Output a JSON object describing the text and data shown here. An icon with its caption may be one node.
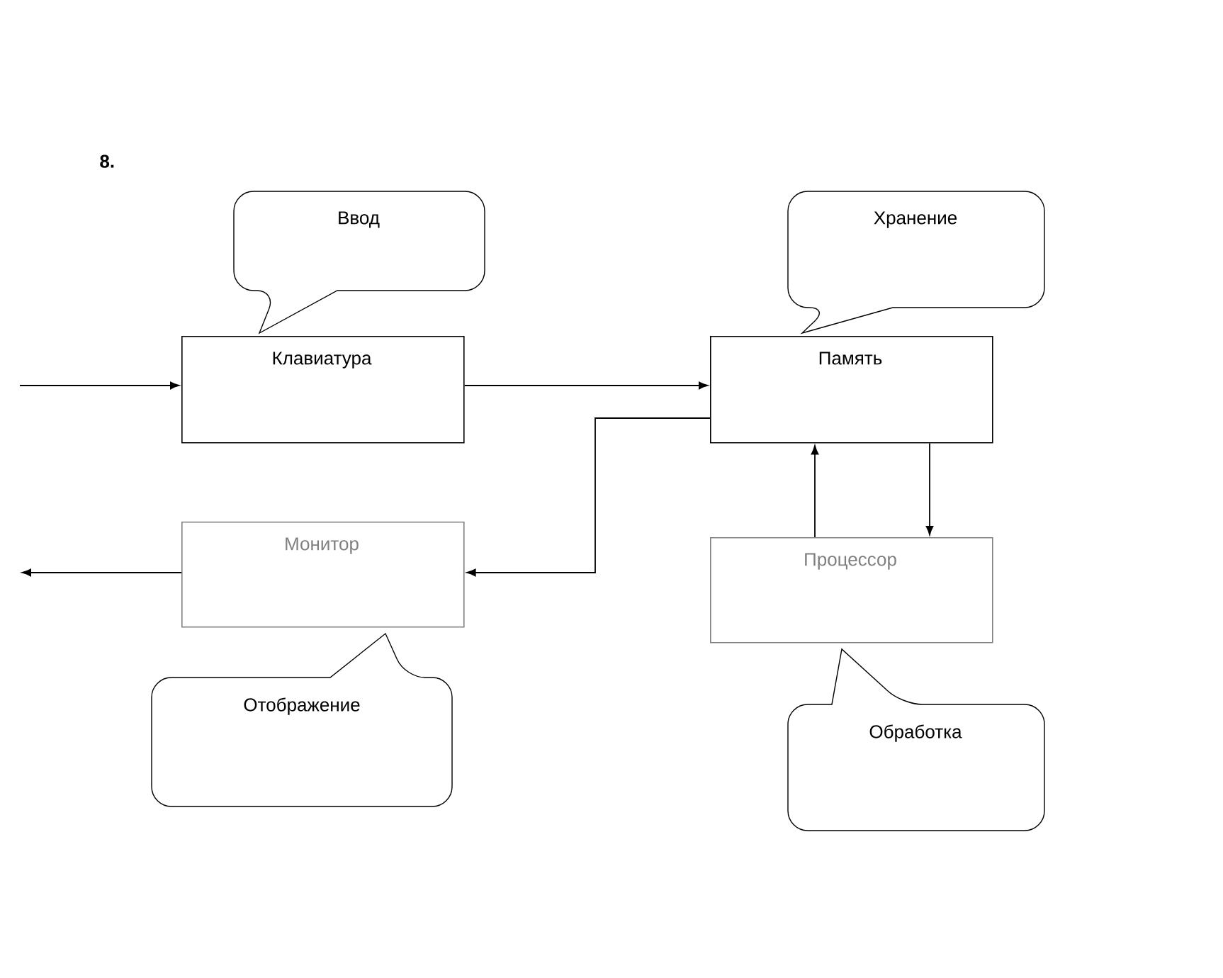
{
  "diagram": {
    "nodes": [
      {
        "text": [
          "Клавиатура"
        ]
      },
      {
        "text": [
          "Память"
        ]
      },
      {
        "text": [
          "Монитор"
        ]
      },
      {
        "text": [
          "Процессор"
        ]
      },
      {
        "text": [
          "Ввод"
        ]
      },
      {
        "text": [
          "Хранение"
        ]
      },
      {
        "text": [
          "Отображение"
        ]
      },
      {
        "text": [
          "Обработка"
        ]
      }
    ],
    "edges": [
      {
        "from": null,
        "to": 0,
        "arrow": "to"
      },
      {
        "from": 0,
        "to": 1,
        "arrow": "to"
      },
      {
        "from": 1,
        "to": 2,
        "arrow": "to"
      },
      {
        "from": 3,
        "to": 1,
        "arrow": "to"
      },
      {
        "from": 1,
        "to": 3,
        "arrow": "to"
      },
      {
        "from": 2,
        "to": null,
        "arrow": "to"
      }
    ],
    "labels": [
      "8."
    ]
  }
}
